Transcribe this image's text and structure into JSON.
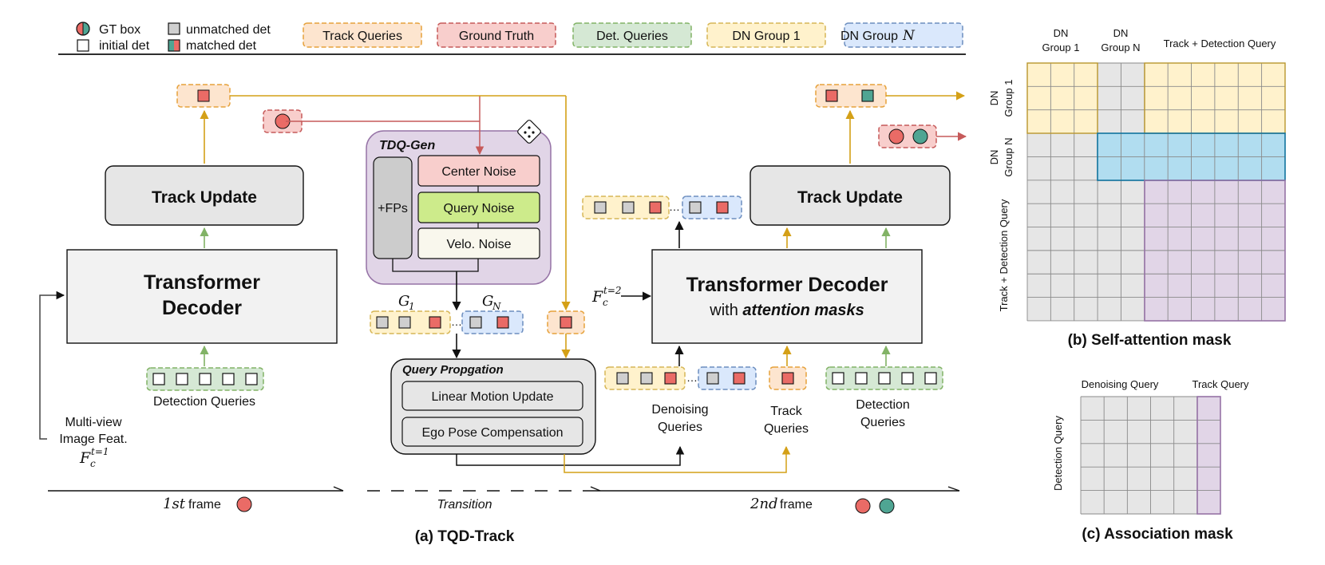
{
  "legend": {
    "gt_box": "GT box",
    "initial_det": "initial det",
    "unmatched_det": "unmatched det",
    "matched_det": "matched det",
    "track_queries": "Track Queries",
    "ground_truth": "Ground Truth",
    "det_queries": "Det. Queries",
    "dn_group_1": "DN Group 1",
    "dn_group_n_prefix": "DN Group",
    "dn_group_n_var": "N"
  },
  "frame1": {
    "track_update": "Track Update",
    "decoder_line1": "Transformer",
    "decoder_line2": "Decoder",
    "detection_queries": "Detection Queries",
    "image_feat_line1": "Multi-view",
    "image_feat_line2": "Image Feat.",
    "feat_symbol": "F",
    "feat_sub": "c",
    "feat_sup": "t=1"
  },
  "tdq_gen": {
    "title": "TDQ-Gen",
    "fps": "+FPs",
    "center_noise": "Center Noise",
    "query_noise": "Query Noise",
    "velo_noise": "Velo. Noise",
    "g1": "G",
    "g1_sub": "1",
    "gn": "G",
    "gn_sub": "N"
  },
  "query_prop": {
    "title": "Query Propgation",
    "linear_motion": "Linear Motion Update",
    "ego_pose": "Ego Pose Compensation"
  },
  "frame2": {
    "track_update": "Track Update",
    "decoder_line1": "Transformer Decoder",
    "decoder_line2_prefix": "with ",
    "decoder_line2_emph": "attention masks",
    "feat_symbol": "F",
    "feat_sub": "c",
    "feat_sup": "t=2",
    "denoising_line1": "Denoising",
    "denoising_line2": "Queries",
    "track_line1": "Track",
    "track_line2": "Queries",
    "detection_line1": "Detection",
    "detection_line2": "Queries"
  },
  "timeline": {
    "first_frame_num": "1st",
    "first_frame_word": "frame",
    "transition": "Transition",
    "second_frame_num": "2nd",
    "second_frame_word": "frame"
  },
  "captions": {
    "a": "(a) TQD-Track",
    "b": "(b) Self-attention mask",
    "c": "(c) Association mask"
  },
  "self_attention": {
    "col_dn1_line1": "DN",
    "col_dn1_line2": "Group 1",
    "col_dnn_line1": "DN",
    "col_dnn_line2": "Group N",
    "col_track": "Track + Detection Query",
    "row_dn1_line1": "DN",
    "row_dn1_line2": "Group 1",
    "row_dnn_line1": "DN",
    "row_dnn_line2": "Group N",
    "row_track": "Track + Detection Query"
  },
  "association": {
    "col_denoising": "Denoising Query",
    "col_track": "Track Query",
    "row_detection": "Detection Query"
  },
  "colors": {
    "orange_fill": "#fde5cf",
    "orange_stroke": "#e6a23c",
    "red_fill": "#f8cecc",
    "red_stroke": "#c65a5a",
    "green_fill": "#d5e8d4",
    "green_stroke": "#82b366",
    "yellow_fill": "#fff2cc",
    "yellow_stroke": "#d6b656",
    "blue_fill": "#dae8fc",
    "blue_stroke": "#6c8ebf",
    "matched_red": "#ea6b66",
    "matched_teal": "#4fa593",
    "gray_fill": "#cfcfcf",
    "purple_fill": "#e1d5e7",
    "purple_stroke": "#9673a6",
    "gold_arrow": "#d4a017",
    "red_arrow": "#c65a5a",
    "green_arrow": "#82b366"
  }
}
